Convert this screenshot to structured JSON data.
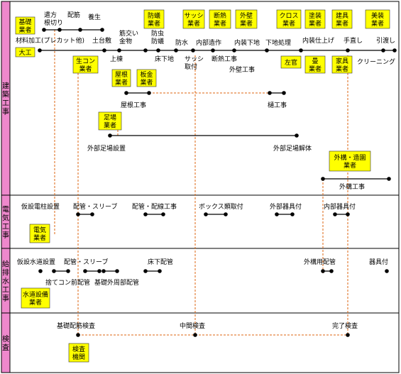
{
  "sections": {
    "construction": "建築工事",
    "electrical": "電気工事",
    "plumbing": "給排水工事",
    "inspection": "検査"
  },
  "construction": {
    "tasks": [
      {
        "id": "t1",
        "label": "遣方\n根切り"
      },
      {
        "id": "t2",
        "label": "配筋"
      },
      {
        "id": "t3",
        "label": "養生"
      },
      {
        "id": "t4",
        "label": "材料加工(プレカット他)"
      },
      {
        "id": "t5",
        "label": "土台敷"
      },
      {
        "id": "t6",
        "label": "筋交い\n金物"
      },
      {
        "id": "t7",
        "label": "上棟"
      },
      {
        "id": "t8",
        "label": "防虫\n防蟻"
      },
      {
        "id": "t9",
        "label": "床下地"
      },
      {
        "id": "t10",
        "label": "防水"
      },
      {
        "id": "t11",
        "label": "サッシ\n取付"
      },
      {
        "id": "t12",
        "label": "内部造作"
      },
      {
        "id": "t13",
        "label": "断熱工事"
      },
      {
        "id": "t14",
        "label": "内装下地"
      },
      {
        "id": "t15",
        "label": "外壁工事"
      },
      {
        "id": "t16",
        "label": "下地処理"
      },
      {
        "id": "t17",
        "label": "内装仕上げ"
      },
      {
        "id": "t18",
        "label": "手直し"
      },
      {
        "id": "t19",
        "label": "引渡し"
      },
      {
        "id": "t20",
        "label": "クリーニング"
      },
      {
        "id": "t21",
        "label": "屋根工事"
      },
      {
        "id": "t22",
        "label": "樋工事"
      },
      {
        "id": "t23",
        "label": "外部足場設置"
      },
      {
        "id": "t24",
        "label": "外部足場解体"
      },
      {
        "id": "t25",
        "label": "外構工事"
      }
    ],
    "trades": [
      {
        "id": "c1",
        "label": "基礎\n業者"
      },
      {
        "id": "c2",
        "label": "大工"
      },
      {
        "id": "c3",
        "label": "防蟻\n業者"
      },
      {
        "id": "c4",
        "label": "サッシ\n業者"
      },
      {
        "id": "c5",
        "label": "断熱\n業者"
      },
      {
        "id": "c6",
        "label": "外壁\n業者"
      },
      {
        "id": "c7",
        "label": "クロス\n業者"
      },
      {
        "id": "c8",
        "label": "塗装\n業者"
      },
      {
        "id": "c9",
        "label": "建具\n業者"
      },
      {
        "id": "c10",
        "label": "美装\n業者"
      },
      {
        "id": "c11",
        "label": "生コン\n業者"
      },
      {
        "id": "c12",
        "label": "屋根\n業者"
      },
      {
        "id": "c13",
        "label": "板金\n業者"
      },
      {
        "id": "c14",
        "label": "左官"
      },
      {
        "id": "c15",
        "label": "畳\n業者"
      },
      {
        "id": "c16",
        "label": "家具\n業者"
      },
      {
        "id": "c17",
        "label": "足場\n業者"
      },
      {
        "id": "c18",
        "label": "外構・造園\n業者"
      }
    ]
  },
  "electrical": {
    "tasks": [
      {
        "id": "e1",
        "label": "仮設電柱設置"
      },
      {
        "id": "e2",
        "label": "配管・スリーブ"
      },
      {
        "id": "e3",
        "label": "配管・配線工事"
      },
      {
        "id": "e4",
        "label": "ボックス類取付"
      },
      {
        "id": "e5",
        "label": "外部器具付"
      },
      {
        "id": "e6",
        "label": "内部器具付"
      }
    ],
    "trades": [
      {
        "id": "ec1",
        "label": "電気\n業者"
      }
    ]
  },
  "plumbing": {
    "tasks": [
      {
        "id": "p1",
        "label": "仮設水道設置"
      },
      {
        "id": "p2",
        "label": "配管・スリーブ"
      },
      {
        "id": "p3",
        "label": "捨てコン前配管"
      },
      {
        "id": "p4",
        "label": "基礎外周部配管"
      },
      {
        "id": "p5",
        "label": "床下配管"
      },
      {
        "id": "p6",
        "label": "外構用配管"
      },
      {
        "id": "p7",
        "label": "器具付"
      }
    ],
    "trades": [
      {
        "id": "pc1",
        "label": "水道設備\n業者"
      }
    ]
  },
  "inspection": {
    "tasks": [
      {
        "id": "i1",
        "label": "基礎配筋検査"
      },
      {
        "id": "i2",
        "label": "中間検査"
      },
      {
        "id": "i3",
        "label": "完了検査"
      }
    ],
    "trades": [
      {
        "id": "ic1",
        "label": "検査\n機関"
      }
    ]
  },
  "colors": {
    "sidebar": "#ee88cc",
    "trade_box": "#ffff00",
    "dashed_line": "#dd6611",
    "line": "#000000",
    "border": "#000000",
    "background": "#ffffff"
  }
}
